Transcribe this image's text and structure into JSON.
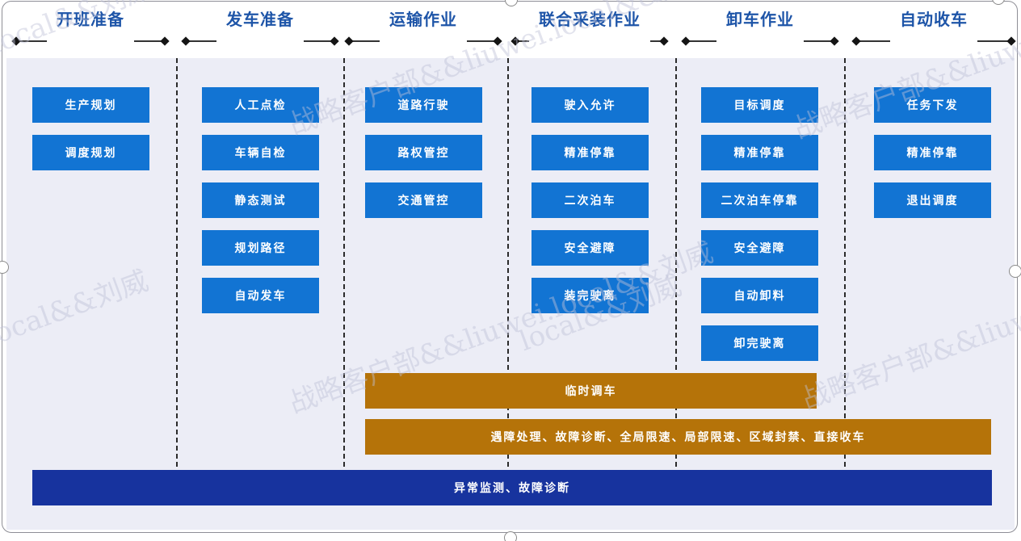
{
  "diagram": {
    "phases": [
      {
        "title": "开班准备",
        "steps": [
          "生产规划",
          "调度规划"
        ]
      },
      {
        "title": "发车准备",
        "steps": [
          "人工点检",
          "车辆自检",
          "静态测试",
          "规划路径",
          "自动发车"
        ]
      },
      {
        "title": "运输作业",
        "steps": [
          "道路行驶",
          "路权管控",
          "交通管控"
        ]
      },
      {
        "title": "联合采装作业",
        "steps": [
          "驶入允许",
          "精准停靠",
          "二次泊车",
          "安全避障",
          "装完驶离"
        ]
      },
      {
        "title": "卸车作业",
        "steps": [
          "目标调度",
          "精准停靠",
          "二次泊车停靠",
          "安全避障",
          "自动卸料",
          "卸完驶离"
        ]
      },
      {
        "title": "自动收车",
        "steps": [
          "任务下发",
          "精准停靠",
          "退出调度"
        ]
      }
    ],
    "bars": [
      {
        "label": "临时调车",
        "style": "orange"
      },
      {
        "label": "遇障处理、故障诊断、全局限速、局部限速、区域封禁、直接收车",
        "style": "orange"
      },
      {
        "label": "异常监测、故障诊断",
        "style": "deep-blue"
      }
    ]
  },
  "watermark": {
    "full_text": "战略客户部&&liuwei.local&&刘威",
    "fragments": [
      "local&&刘威",
      "战略客户部&&liuwei.local&&刘威",
      "战略客户部&&liuwei.local&&刘威",
      "local&&刘威",
      "战略客户部&&liuwei.local&&刘威",
      "战略客户部&&liuwei",
      "local&&刘威"
    ]
  },
  "colors": {
    "step_blue": "#1274d3",
    "bar_orange": "#b57309",
    "bar_deep_blue": "#17339e",
    "phase_title_text": "#1e55a8",
    "panel_background": "#ecedf6"
  }
}
